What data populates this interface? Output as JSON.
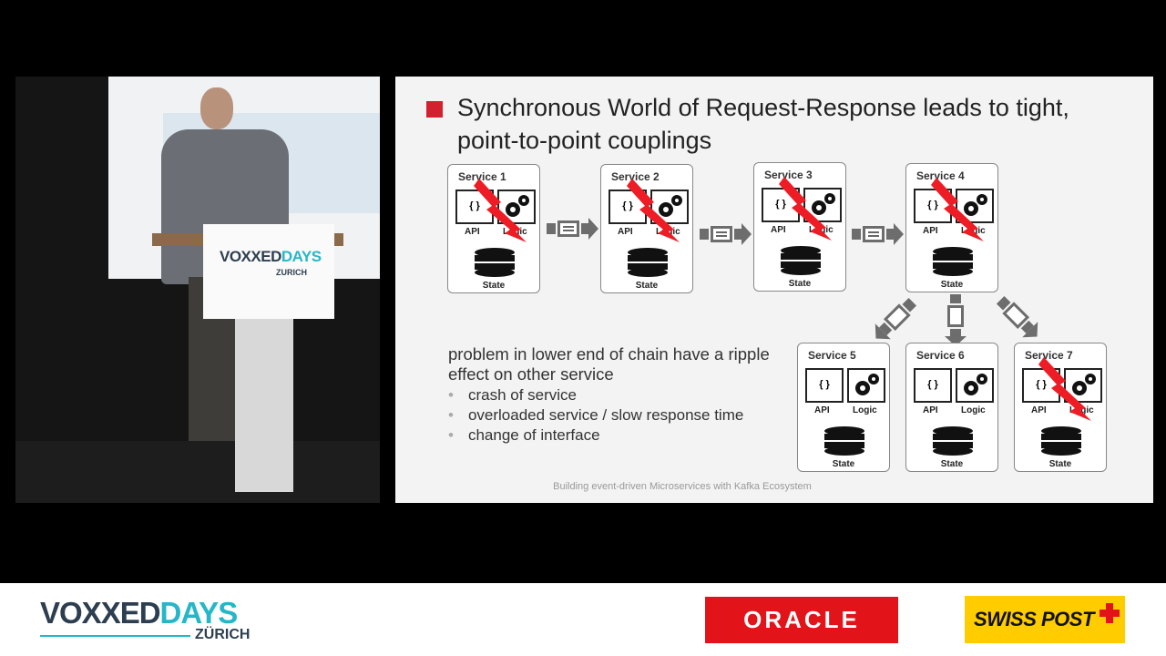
{
  "stage": {
    "lectern_logo": {
      "brand": "VOXXED",
      "brand_accent": "DAYS",
      "city": "ZURICH"
    }
  },
  "slide": {
    "title": "Synchronous World of Request-Response leads to tight, point-to-point couplings",
    "services": [
      {
        "name": "Service 1",
        "api": "API",
        "logic": "Logic",
        "state": "State",
        "api_symbol": "{ }",
        "failing": true
      },
      {
        "name": "Service 2",
        "api": "API",
        "logic": "Logic",
        "state": "State",
        "api_symbol": "{ }",
        "failing": true
      },
      {
        "name": "Service 3",
        "api": "API",
        "logic": "Logic",
        "state": "State",
        "api_symbol": "{ }",
        "failing": true
      },
      {
        "name": "Service 4",
        "api": "API",
        "logic": "Logic",
        "state": "State",
        "api_symbol": "{ }",
        "failing": true
      },
      {
        "name": "Service 5",
        "api": "API",
        "logic": "Logic",
        "state": "State",
        "api_symbol": "{ }",
        "failing": false
      },
      {
        "name": "Service 6",
        "api": "API",
        "logic": "Logic",
        "state": "State",
        "api_symbol": "{ }",
        "failing": false
      },
      {
        "name": "Service 7",
        "api": "API",
        "logic": "Logic",
        "state": "State",
        "api_symbol": "{ }",
        "failing": true
      }
    ],
    "body": "problem in lower end of chain have a ripple effect on other service",
    "bullets": [
      "crash of service",
      "overloaded service / slow response time",
      "change of interface"
    ],
    "footer": "Building event-driven Microservices with Kafka Ecosystem",
    "colors": {
      "accent": "#d3202f",
      "bolt": "#ee1c24",
      "arrow": "#6d6d6d"
    }
  },
  "banner": {
    "voxxed": {
      "brand": "VOXXED",
      "brand_accent": "DAYS",
      "city": "ZÜRICH"
    },
    "sponsors": [
      {
        "name": "ORACLE",
        "color": "#e2141a"
      },
      {
        "name": "SWISS POST",
        "color": "#ffcc00"
      }
    ]
  }
}
